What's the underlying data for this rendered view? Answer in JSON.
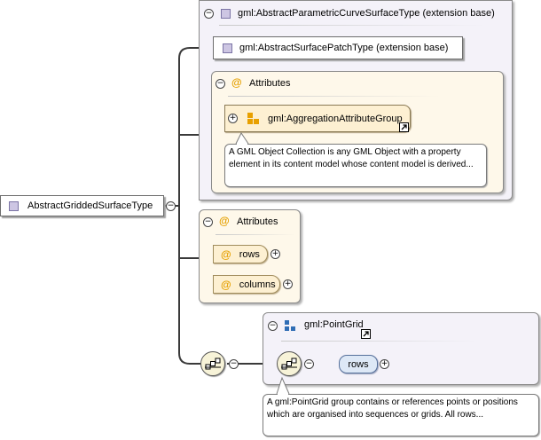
{
  "root": {
    "label": "AbstractGriddedSurfaceType",
    "icon": "complex-type-icon"
  },
  "extension": {
    "title": "gml:AbstractParametricCurveSurfaceType (extension base)",
    "inner_base": "gml:AbstractSurfacePatchType (extension base)",
    "attributes": {
      "heading": "Attributes",
      "group": "gml:AggregationAttributeGroup",
      "group_note": "A GML Object Collection is any GML Object with a property element in its content model whose content model is derived..."
    }
  },
  "attributes": {
    "heading": "Attributes",
    "items": [
      "rows",
      "columns"
    ]
  },
  "point_grid": {
    "title": "gml:PointGrid",
    "element": "rows",
    "note": "A gml:PointGrid group contains or references points or positions which are organised into sequences or grids. All rows..."
  },
  "symbols": {
    "collapse": "−",
    "expand": "+",
    "attribute": "@"
  },
  "colors": {
    "extension_bg": "#f4f2f9",
    "attribute_bg": "#fef8ea",
    "attribute_pill": "#fdf0d2",
    "element_pill": "#dde8f6",
    "connector": "#333333"
  }
}
